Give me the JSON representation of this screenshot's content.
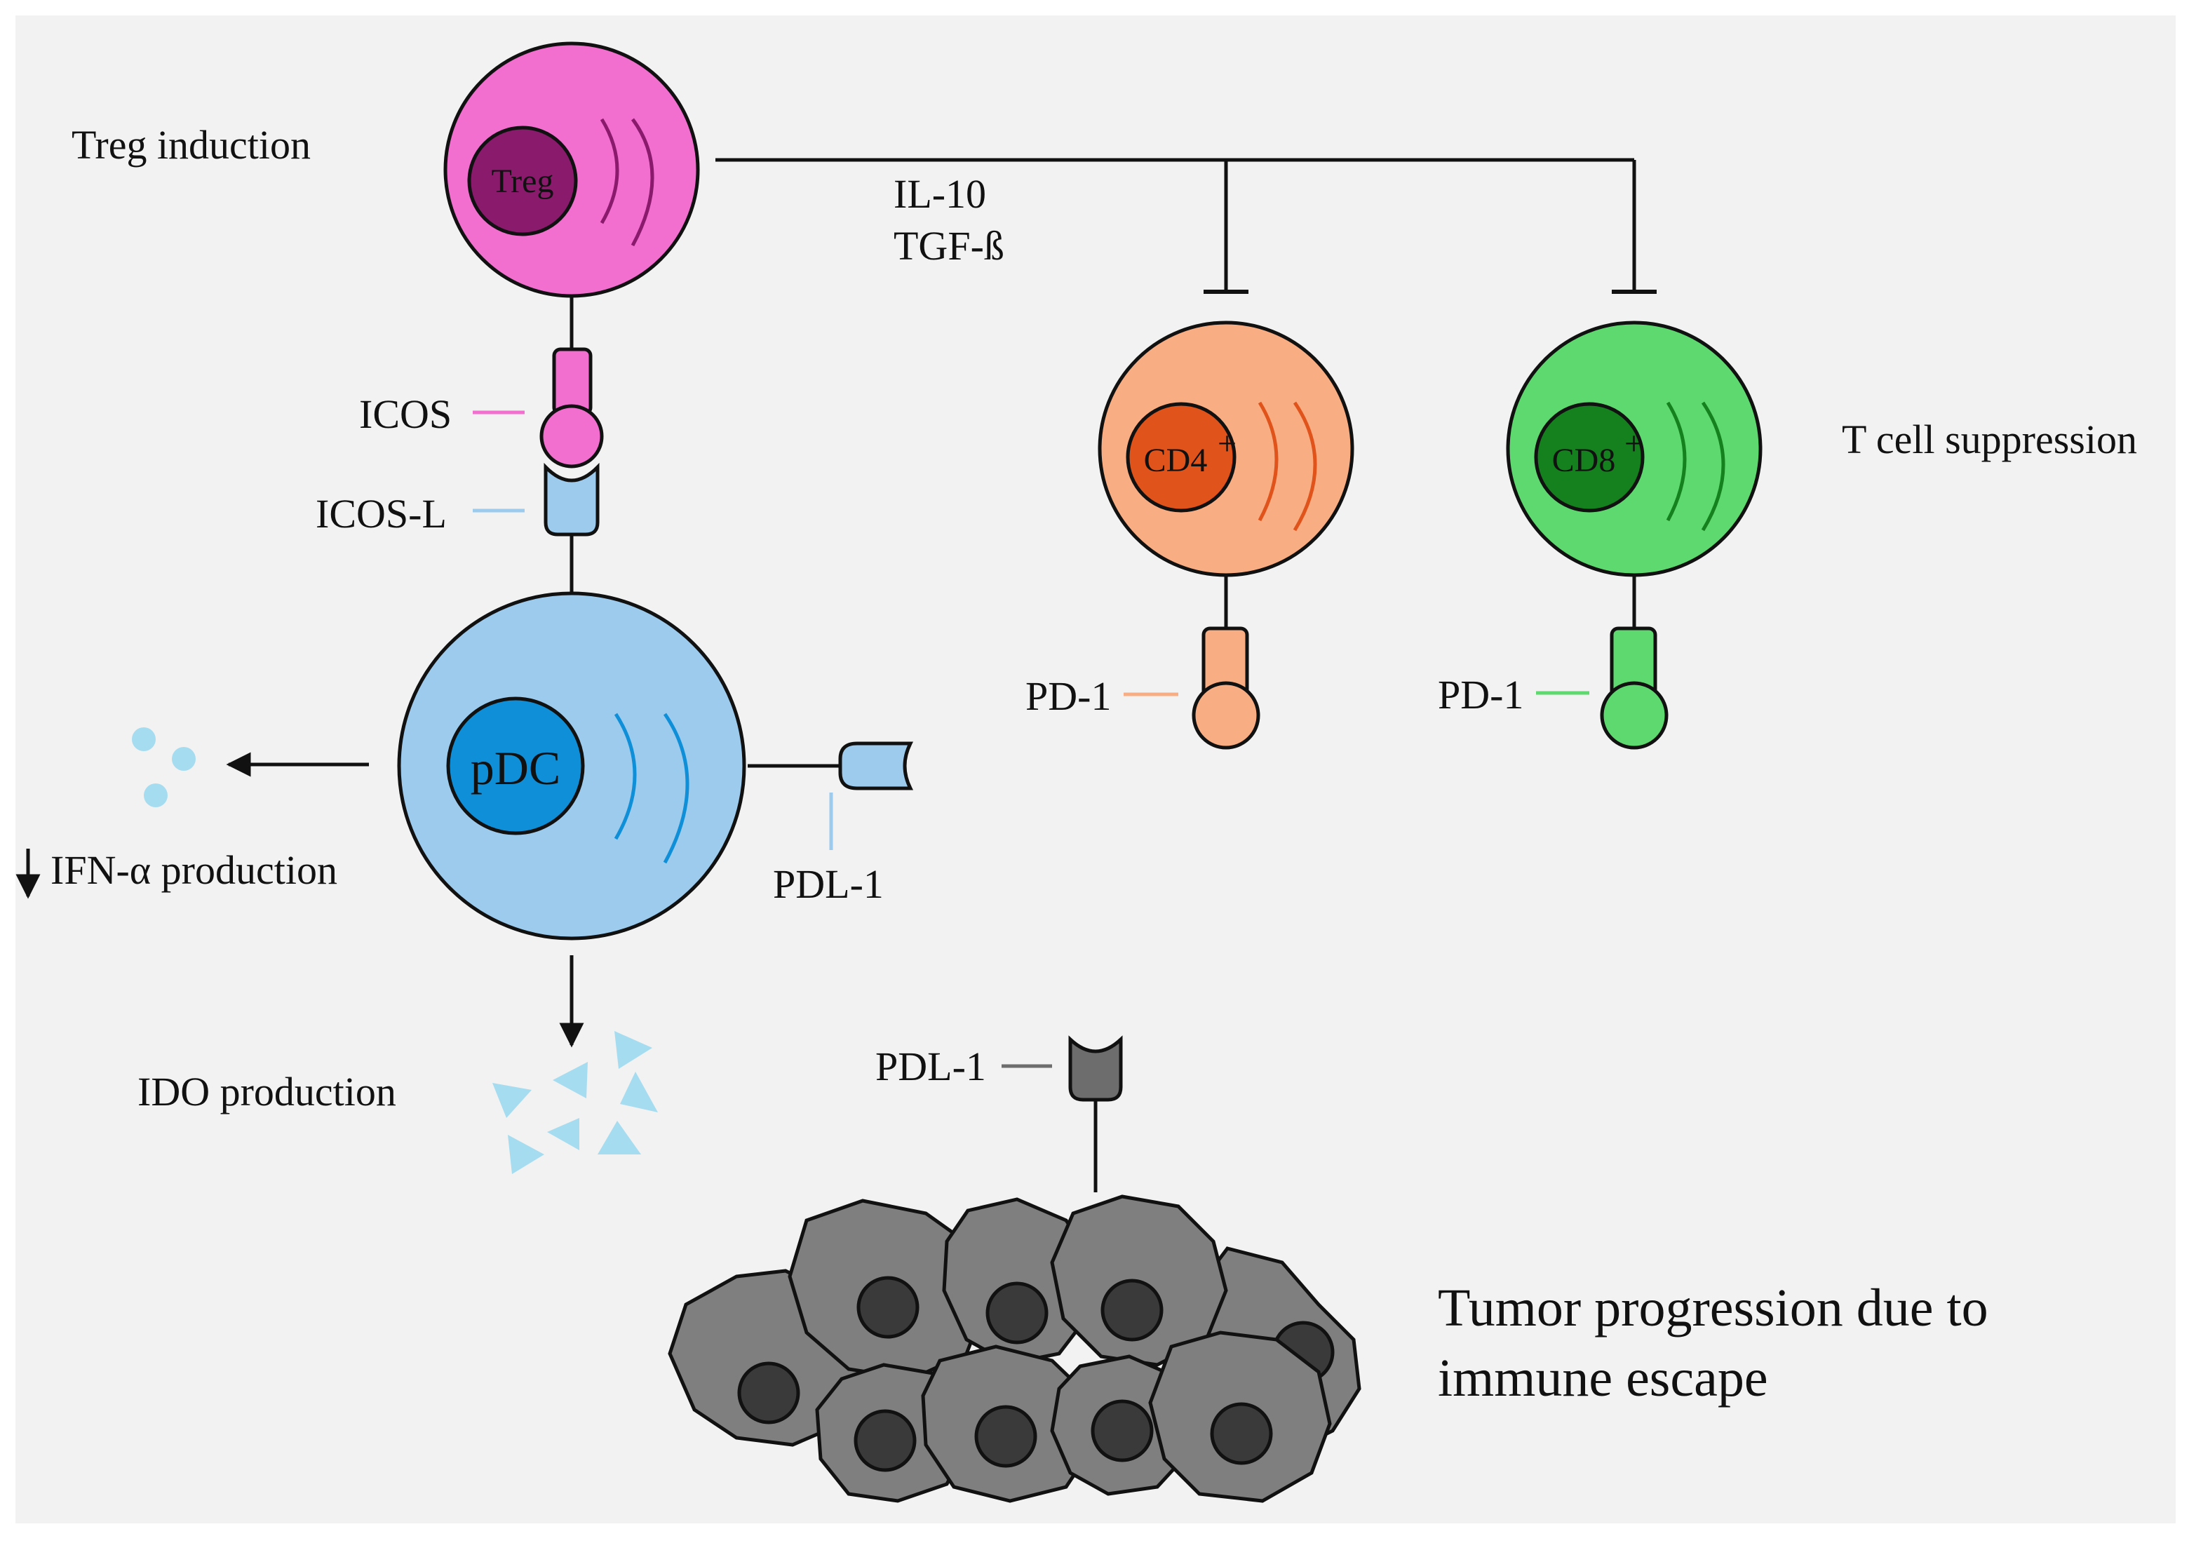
{
  "colors": {
    "panel": "#f2f2f2",
    "treg_cell": "#f26fd0",
    "treg_nucleus": "#8a1a6c",
    "pdc_cell": "#9ccbee",
    "pdc_nucleus": "#0f8fd8",
    "cd4_cell": "#f9ad83",
    "cd4_nucleus": "#e0531a",
    "cd8_cell": "#5ed96f",
    "cd8_nucleus": "#14801e",
    "tumor": "#7f7f7f",
    "tumor_nucleus": "#3a3a3a",
    "ido_particles": "#a6dcf0",
    "pdl1_tumor": "#6d6d6d"
  },
  "labels": {
    "treg_induction": "Treg induction",
    "treg": "Treg",
    "il10": "IL-10",
    "tgfb": "TGF-ß",
    "icos": "ICOS",
    "icos_l": "ICOS-L",
    "pdc": "pDC",
    "pdl1_pdc": "PDL-1",
    "ifn": "IFN-α production",
    "ido": "IDO production",
    "cd4": "CD4",
    "cd4_sup": "+",
    "cd8": "CD8",
    "cd8_sup": "+",
    "t_cell_suppression": "T cell suppression",
    "pd1_cd4": "PD-1",
    "pd1_cd8": "PD-1",
    "pdl1_tumor": "PDL-1",
    "tumor_line1": "Tumor progression due to",
    "tumor_line2": "immune escape"
  },
  "icons": {
    "ifn_direction": "down-arrow-icon",
    "ido_direction": "down-arrow-icon",
    "cytokine_secretion": "left-arrow-icon",
    "inhibition": "inhibition-bar-icon"
  }
}
